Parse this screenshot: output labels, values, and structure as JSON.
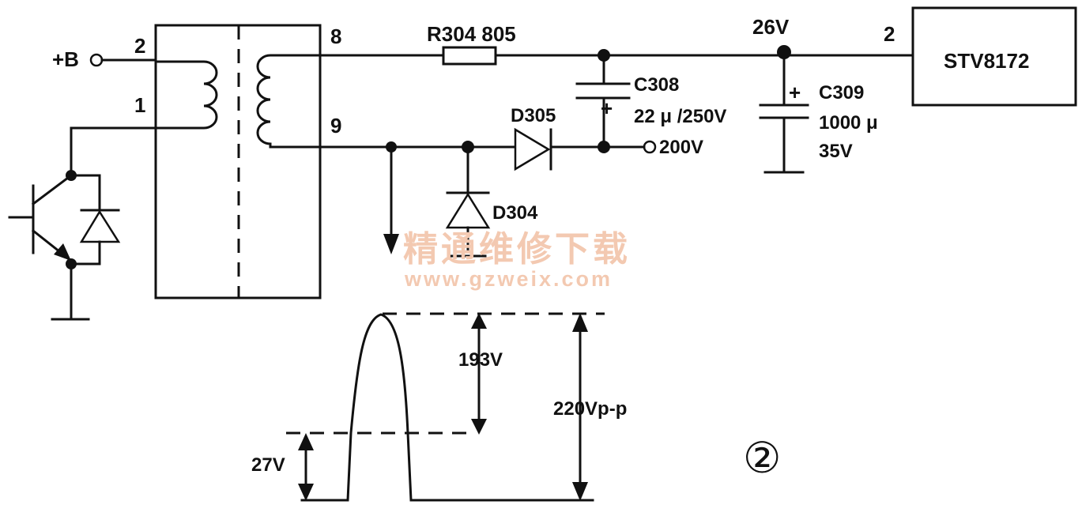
{
  "labels": {
    "plus_b": "+B",
    "pin2_primary": "2",
    "pin1_primary": "1",
    "pin8": "8",
    "pin9": "9",
    "r304": "R304 805",
    "node_26v": "26V",
    "ic_pin2": "2",
    "ic_name": "STV8172",
    "c308": "C308",
    "c308_value": "22 μ /250V",
    "c309": "C309",
    "c309_cap": "1000 μ",
    "c309_volt": "35V",
    "d305": "D305",
    "d304": "D304",
    "out_200v": "200V"
  },
  "waveform": {
    "amplitude_upper": "193V",
    "amplitude_lower": "27V",
    "peak_to_peak": "220Vp-p"
  },
  "figure_number": "②",
  "watermark": {
    "text_cn": "精通维修下载",
    "url": "www.gzweix.com"
  },
  "colors": {
    "ink": "#111111",
    "watermark": "#f3c9b1"
  }
}
